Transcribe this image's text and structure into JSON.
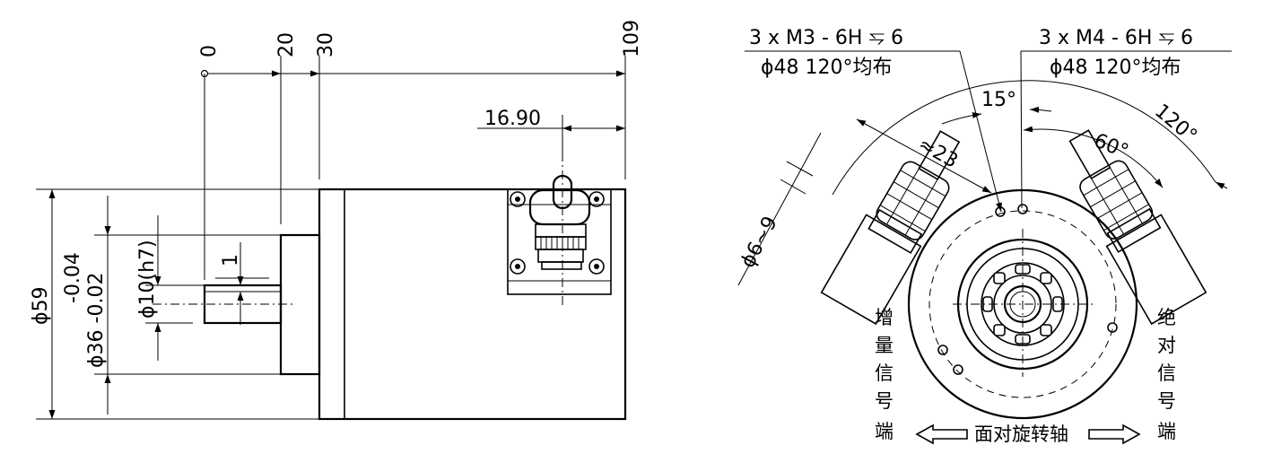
{
  "side_view": {
    "ordinates": [
      "0",
      "20",
      "30",
      "109"
    ],
    "dim_connector_offset": "16.90",
    "dim_body_diameter": "ϕ59",
    "dim_pilot_tolerance": "-0.04",
    "dim_pilot_tolerance_2": "-0.02",
    "dim_pilot_diameter": "ϕ36",
    "dim_shaft_diameter": "ϕ10(h7)",
    "dim_flat": "1"
  },
  "front_view": {
    "callout_left_line1": "3 x M3 - 6H ⥧ 6",
    "callout_left_line2": "ϕ48 120°均布",
    "callout_right_line1": "3 x M4 - 6H ⥧ 6",
    "callout_right_line2": "ϕ48 120°均布",
    "angle_15": "15°",
    "angle_60": "60°",
    "angle_120": "120°",
    "dim_approx_23": "≈23",
    "dim_cable": "ϕ6~9",
    "label_incremental": [
      "增",
      "量",
      "信",
      "号",
      "端"
    ],
    "label_absolute": [
      "绝",
      "对",
      "信",
      "号",
      "端"
    ],
    "label_face_shaft": "面对旋转轴"
  }
}
